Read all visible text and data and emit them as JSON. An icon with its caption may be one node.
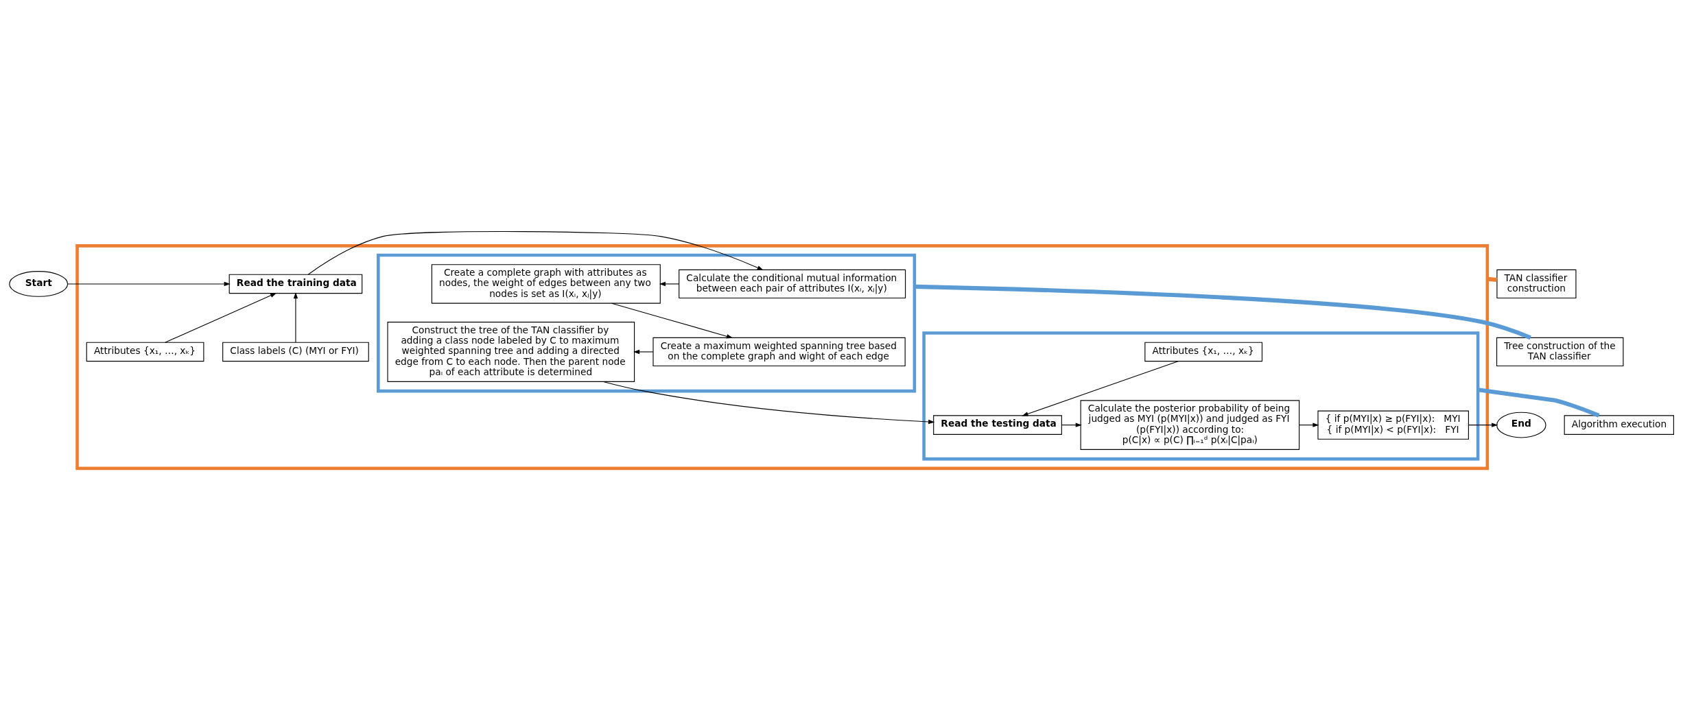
{
  "diagram": {
    "nodes": [
      {
        "text": [
          "Start"
        ]
      },
      {
        "text": [],
        "shape": "box"
      },
      {
        "text": [
          "Read the training data"
        ],
        "in": 1
      },
      {
        "text": [
          "Attributes {x₁, …, xₖ}"
        ],
        "in": 1
      },
      {
        "text": [
          "Class labels (C) (MYI or FYI)"
        ],
        "in": 1
      },
      {
        "text": [],
        "shape": "box",
        "in": 1
      },
      {
        "text": [
          "Calculate the conditional mutual information between each pair of attributes I(xᵢ, xⱼ|y)"
        ],
        "in": 5
      },
      {
        "text": [
          "Create a complete graph with attributes as nodes, the weight of edges between any two nodes is set as I(xᵢ, xⱼ|y)"
        ],
        "in": 5
      },
      {
        "text": [
          "Construct the tree of the TAN classifier by adding a class node labeled by C to maximum weighted spanning tree and adding a directed edge from C to each node. Then the parent node paᵢ of each attribute is determined"
        ],
        "in": 5
      },
      {
        "text": [
          "Create a maximum weighted spanning tree based on the complete graph and wight of each edge"
        ],
        "in": 5
      },
      {
        "text": [],
        "shape": "box",
        "in": 1
      },
      {
        "text": [
          "Attributes {x₁, …, xₖ}"
        ],
        "in": 10
      },
      {
        "text": [
          "Read the testing data"
        ],
        "in": 10
      },
      {
        "text": [
          "Calculate the posterior probability of being judged as MYI (p(MYI|x)) and judged as FYI (p(FYI|x)) according to:",
          "p(C|x) ∝ p(C) ∏ᵢ₌₁ᵈ p(xᵢ|C|paᵢ)"
        ],
        "in": 10
      },
      {
        "text": [
          "{ if p(MYI|x) ≥ p(FYI|x):   MYI",
          "{ if p(MYI|x) < p(FYI|x):   FYI"
        ],
        "in": 10
      },
      {
        "text": [
          "End"
        ]
      },
      {
        "text": [
          "TAN classifier construction"
        ]
      },
      {
        "text": [
          "Tree construction of the TAN classifier"
        ]
      },
      {
        "text": [
          "Algorithm execution"
        ]
      }
    ],
    "edges": [
      {
        "from": 0,
        "to": 2,
        "arrow": "to"
      },
      {
        "from": 3,
        "to": 2,
        "arrow": "to"
      },
      {
        "from": 4,
        "to": 2,
        "arrow": "to"
      },
      {
        "from": 2,
        "to": 6,
        "arrow": "to"
      },
      {
        "from": 6,
        "to": 7,
        "arrow": "to"
      },
      {
        "from": 7,
        "to": 9,
        "arrow": "to"
      },
      {
        "from": 9,
        "to": 8,
        "arrow": "to"
      },
      {
        "from": 8,
        "to": 12,
        "arrow": "to"
      },
      {
        "from": 11,
        "to": 12,
        "arrow": "to"
      },
      {
        "from": 12,
        "to": 13,
        "arrow": "to"
      },
      {
        "from": 13,
        "to": 14,
        "arrow": "to"
      },
      {
        "from": 14,
        "to": 15,
        "arrow": "to"
      },
      {
        "from": 1,
        "to": 16,
        "arrow": "none",
        "style": "thick",
        "color": "#ed7d31"
      },
      {
        "from": 5,
        "to": 17,
        "arrow": "none",
        "style": "thick",
        "color": "#5b9bd5"
      },
      {
        "from": 10,
        "to": 18,
        "arrow": "none",
        "style": "thick",
        "color": "#5b9bd5"
      }
    ]
  }
}
